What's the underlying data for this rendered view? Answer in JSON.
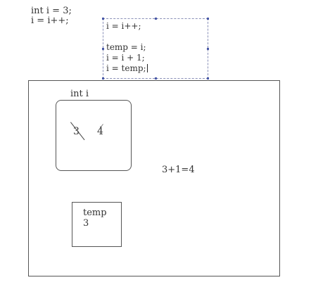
{
  "code": {
    "line1": "int i = 3;",
    "line2": "i = i++;"
  },
  "annotation": {
    "line1": "i = i++;",
    "line2": "temp = i;",
    "line3": "i = i + 1;",
    "line4": "i = temp;"
  },
  "memory": {
    "var_i_label": "int i",
    "var_i_old_value": "3",
    "var_i_new_value": "4",
    "equation": "3+1=4",
    "var_temp_label": "temp",
    "var_temp_value": "3"
  },
  "colors": {
    "selection_border": "#8a90b8",
    "handle": "#4a5aa8",
    "frame_border": "#555555"
  }
}
